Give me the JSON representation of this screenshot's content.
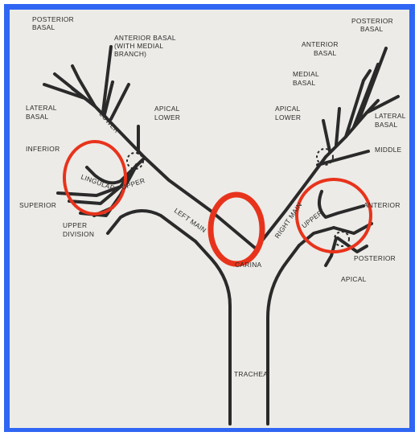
{
  "labels": {
    "left_posterior_basal_1": "POSTERIOR",
    "left_posterior_basal_2": "BASAL",
    "left_anterior_basal_1": "ANTERIOR BASAL",
    "left_anterior_basal_2": "(WITH MEDIAL",
    "left_anterior_basal_3": "BRANCH)",
    "left_lateral_basal_1": "LATERAL",
    "left_lateral_basal_2": "BASAL",
    "left_lower": "LOWER",
    "left_apical_lower_1": "APICAL",
    "left_apical_lower_2": "LOWER",
    "left_inferior": "INFERIOR",
    "left_lingular": "LINGULAR",
    "left_upper": "UPPER",
    "left_superior": "SUPERIOR",
    "left_upper_division_1": "UPPER",
    "left_upper_division_2": "DIVISION",
    "left_main": "LEFT MAIN",
    "right_posterior_basal_1": "POSTERIOR",
    "right_posterior_basal_2": "BASAL",
    "right_anterior_basal_1": "ANTERIOR",
    "right_anterior_basal_2": "BASAL",
    "right_medial_basal_1": "MEDIAL",
    "right_medial_basal_2": "BASAL",
    "right_apical_lower_1": "APICAL",
    "right_apical_lower_2": "LOWER",
    "right_lateral_basal_1": "LATERAL",
    "right_lateral_basal_2": "BASAL",
    "right_middle": "MIDDLE",
    "right_main": "RIGHT MAIN",
    "right_anterior": "ANTERIOR",
    "right_upper": "UPPER",
    "right_posterior": "POSTERIOR",
    "right_apical": "APICAL",
    "carina": "CARINA",
    "trachea": "TRACHEA"
  },
  "colors": {
    "frame": "#2f66f3",
    "paper": "#ecebe7",
    "bronchus": "#2a2a2a",
    "highlight": "#e8331c"
  }
}
